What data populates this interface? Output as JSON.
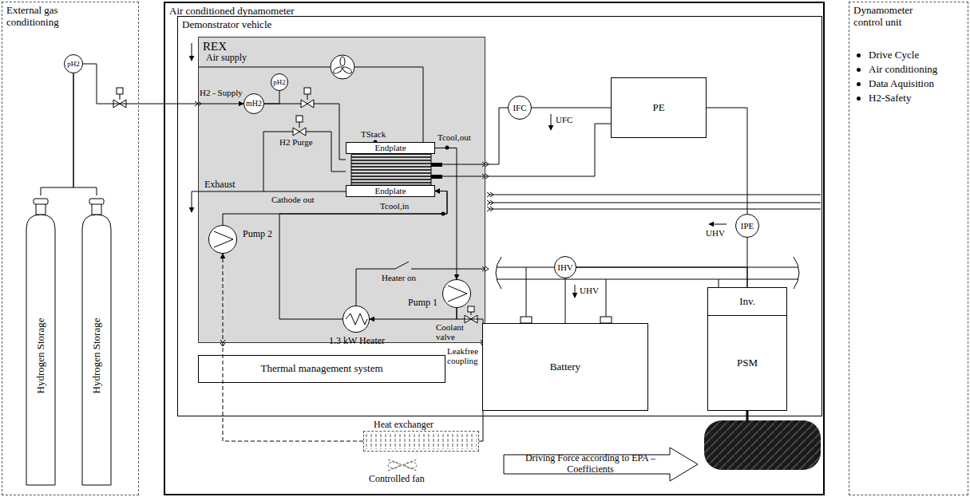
{
  "diagram": {
    "nodes": [
      {
        "text": [
          "External gas conditioning"
        ]
      },
      {
        "text": [
          "pH2"
        ],
        "in": 0
      },
      {
        "text": [
          "Hydrogen Storage"
        ],
        "in": 0
      },
      {
        "text": [
          "Hydrogen Storage"
        ],
        "in": 0
      },
      {
        "text": [
          "Air conditioned dynamometer"
        ]
      },
      {
        "text": [
          "Demonstrator vehicle"
        ],
        "in": 4
      },
      {
        "text": [
          "REX"
        ],
        "in": 5
      },
      {
        "text": [
          "pH2"
        ],
        "in": 6
      },
      {
        "text": [
          "mH2"
        ],
        "in": 6
      },
      {
        "text": [
          "Endplate"
        ],
        "in": 6
      },
      {
        "text": [
          "Endplate"
        ],
        "in": 6
      },
      {
        "text": [
          "Pump 2"
        ],
        "in": 6
      },
      {
        "text": [
          "1.3 kW Heater"
        ],
        "in": 6
      },
      {
        "text": [
          "Pump 1"
        ],
        "in": 6
      },
      {
        "text": [
          "Thermal management system"
        ],
        "in": 5
      },
      {
        "text": [
          "IFC"
        ],
        "in": 5
      },
      {
        "text": [
          "PE"
        ],
        "in": 5
      },
      {
        "text": [
          "IPE"
        ],
        "in": 5
      },
      {
        "text": [
          "IHV"
        ],
        "in": 5
      },
      {
        "text": [
          "Battery"
        ],
        "in": 5
      },
      {
        "text": [
          "Inv."
        ],
        "in": 5
      },
      {
        "text": [
          "PSM"
        ],
        "in": 5
      },
      {
        "text": [
          "Heat exchanger"
        ],
        "in": 4
      },
      {
        "text": [
          "Driving Force according to EPA – Coefficients"
        ],
        "in": 4
      },
      {
        "text": [
          "Dynamometer control unit",
          "Drive Cycle",
          "Air conditioning",
          "Data Aquisition",
          "H2-Safety"
        ]
      }
    ],
    "edges": [
      {
        "from": 2,
        "to": 1,
        "arrow": "none"
      },
      {
        "from": 3,
        "to": 1,
        "arrow": "none"
      },
      {
        "from": 1,
        "to": 8,
        "arrow": "to"
      },
      {
        "from": 8,
        "to": 7,
        "arrow": "none"
      },
      {
        "from": 9,
        "to": 13,
        "arrow": "to"
      },
      {
        "from": 13,
        "to": 12,
        "arrow": "to"
      },
      {
        "from": 13,
        "to": 22,
        "arrow": "none"
      },
      {
        "from": 12,
        "to": 10,
        "arrow": "to"
      },
      {
        "from": 11,
        "to": 10,
        "arrow": "to"
      },
      {
        "from": 22,
        "to": 11,
        "arrow": "to"
      },
      {
        "from": 15,
        "to": 16,
        "arrow": "none"
      },
      {
        "from": 16,
        "to": 17,
        "arrow": "none"
      },
      {
        "from": 17,
        "to": 20,
        "arrow": "none"
      },
      {
        "from": 18,
        "to": 19,
        "arrow": "none"
      },
      {
        "from": 18,
        "to": 20,
        "arrow": "none"
      }
    ],
    "labels": [
      "Air supply",
      "H2 - Supply",
      "TStack",
      "Tcool,out",
      "H2 Purge",
      "Exhaust",
      "Cathode out",
      "Tcool,in",
      "Heater on",
      "Coolant valve",
      "Leakfree coupling",
      "UFC",
      "UHV",
      "UHV",
      "Controlled fan"
    ]
  }
}
